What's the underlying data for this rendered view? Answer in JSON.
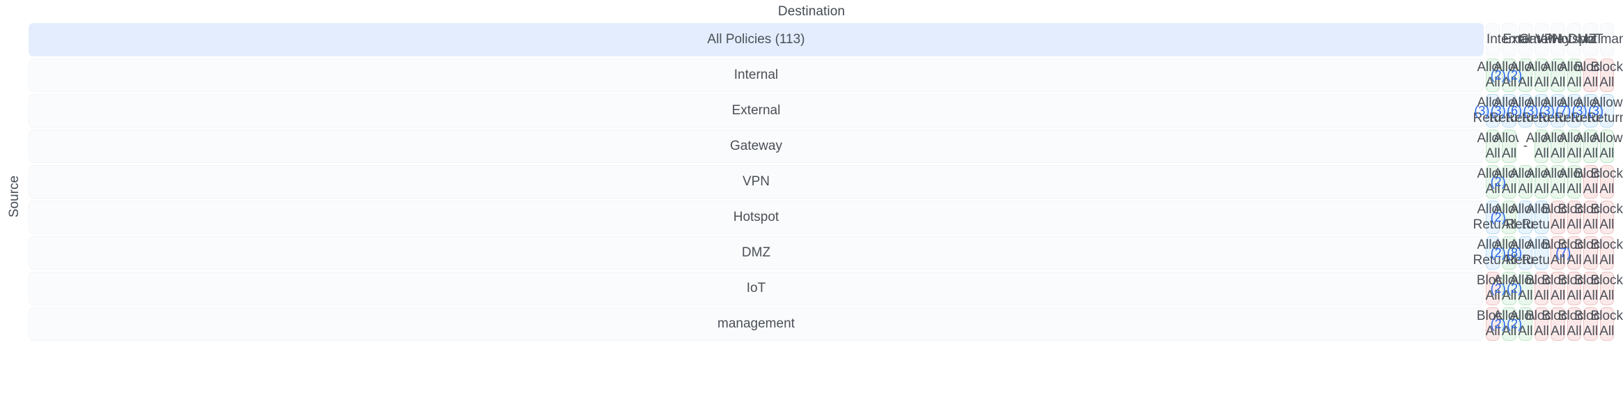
{
  "axes": {
    "destination_label": "Destination",
    "source_label": "Source"
  },
  "corner": {
    "label": "All Policies (113)",
    "count_total": 113,
    "accent_color": "#3b82f6",
    "background": "#e3edfd"
  },
  "colors": {
    "allow_all_bg": "#e9f7ec",
    "allow_all_border": "#bfe6c8",
    "allow_return_bg": "#e8f4fd",
    "allow_return_border": "#b9ddf6",
    "block_all_bg": "#fbe9e9",
    "block_all_border": "#eec2c2",
    "count_text": "#2563eb",
    "header_bg": "#fafbfc"
  },
  "columns": [
    "Internal",
    "External",
    "Gateway",
    "VPN",
    "Hotspot",
    "DMZ",
    "IoT",
    "management"
  ],
  "rows": [
    "Internal",
    "External",
    "Gateway",
    "VPN",
    "Hotspot",
    "DMZ",
    "IoT",
    "management"
  ],
  "chart_data": {
    "type": "heatmap",
    "title": "",
    "xlabel": "Destination",
    "ylabel": "Source",
    "categories_x": [
      "Internal",
      "External",
      "Gateway",
      "VPN",
      "Hotspot",
      "DMZ",
      "IoT",
      "management"
    ],
    "categories_y": [
      "Internal",
      "External",
      "Gateway",
      "VPN",
      "Hotspot",
      "DMZ",
      "IoT",
      "management"
    ],
    "legend": [
      "Allow All",
      "Allow Return",
      "Block All"
    ],
    "cells": [
      [
        {
          "label": "Allow All",
          "count": null,
          "state": "allow-all"
        },
        {
          "label": "Allow All",
          "count": "(2)",
          "state": "allow-all"
        },
        {
          "label": "Allow All",
          "count": "(2)",
          "state": "allow-all"
        },
        {
          "label": "Allow All",
          "count": null,
          "state": "allow-all"
        },
        {
          "label": "Allow All",
          "count": null,
          "state": "allow-all"
        },
        {
          "label": "Allow All",
          "count": null,
          "state": "allow-all"
        },
        {
          "label": "Block All",
          "count": null,
          "state": "block-all"
        },
        {
          "label": "Block All",
          "count": null,
          "state": "block-all"
        }
      ],
      [
        {
          "label": "Allow Return",
          "count": "(3)",
          "state": "allow-return"
        },
        {
          "label": "Allow Return",
          "count": "(3)",
          "state": "allow-return"
        },
        {
          "label": "Allow Return",
          "count": "(6)",
          "state": "allow-return"
        },
        {
          "label": "Allow Return",
          "count": "(3)",
          "state": "allow-return"
        },
        {
          "label": "Allow Return",
          "count": "(3)",
          "state": "allow-return"
        },
        {
          "label": "Allow Return",
          "count": "(7)",
          "state": "allow-return"
        },
        {
          "label": "Allow Return",
          "count": "(3)",
          "state": "allow-return"
        },
        {
          "label": "Allow Return",
          "count": "(3)",
          "state": "allow-return"
        }
      ],
      [
        {
          "label": "Allow All",
          "count": null,
          "state": "allow-all"
        },
        {
          "label": "Allow All",
          "count": null,
          "state": "allow-all"
        },
        {
          "label": "-",
          "count": null,
          "state": "empty"
        },
        {
          "label": "Allow All",
          "count": null,
          "state": "allow-all"
        },
        {
          "label": "Allow All",
          "count": null,
          "state": "allow-all"
        },
        {
          "label": "Allow All",
          "count": null,
          "state": "allow-all"
        },
        {
          "label": "Allow All",
          "count": null,
          "state": "allow-all"
        },
        {
          "label": "Allow All",
          "count": null,
          "state": "allow-all"
        }
      ],
      [
        {
          "label": "Allow All",
          "count": null,
          "state": "allow-all"
        },
        {
          "label": "Allow All",
          "count": "(2)",
          "state": "allow-all"
        },
        {
          "label": "Allow All",
          "count": null,
          "state": "allow-all"
        },
        {
          "label": "Allow All",
          "count": null,
          "state": "allow-all"
        },
        {
          "label": "Allow All",
          "count": null,
          "state": "allow-all"
        },
        {
          "label": "Allow All",
          "count": null,
          "state": "allow-all"
        },
        {
          "label": "Block All",
          "count": null,
          "state": "block-all"
        },
        {
          "label": "Block All",
          "count": null,
          "state": "block-all"
        }
      ],
      [
        {
          "label": "Allow Return",
          "count": null,
          "state": "allow-return"
        },
        {
          "label": "Allow All",
          "count": "(2)",
          "state": "allow-all"
        },
        {
          "label": "Allow Return",
          "count": null,
          "state": "allow-return"
        },
        {
          "label": "Allow Return",
          "count": null,
          "state": "allow-return"
        },
        {
          "label": "Block All",
          "count": null,
          "state": "block-all"
        },
        {
          "label": "Block All",
          "count": null,
          "state": "block-all"
        },
        {
          "label": "Block All",
          "count": null,
          "state": "block-all"
        },
        {
          "label": "Block All",
          "count": null,
          "state": "block-all"
        }
      ],
      [
        {
          "label": "Allow Return",
          "count": null,
          "state": "allow-return"
        },
        {
          "label": "Allow All",
          "count": "(2)",
          "state": "allow-all"
        },
        {
          "label": "Allow Return",
          "count": "(8)",
          "state": "allow-return"
        },
        {
          "label": "Allow Return",
          "count": null,
          "state": "allow-return"
        },
        {
          "label": "Block All",
          "count": null,
          "state": "block-all"
        },
        {
          "label": "Block All",
          "count": "(7)",
          "state": "block-all"
        },
        {
          "label": "Block All",
          "count": null,
          "state": "block-all"
        },
        {
          "label": "Block All",
          "count": null,
          "state": "block-all"
        }
      ],
      [
        {
          "label": "Block All",
          "count": null,
          "state": "block-all"
        },
        {
          "label": "Allow All",
          "count": "(2)",
          "state": "allow-all"
        },
        {
          "label": "Allow All",
          "count": "(2)",
          "state": "allow-all"
        },
        {
          "label": "Block All",
          "count": null,
          "state": "block-all"
        },
        {
          "label": "Block All",
          "count": null,
          "state": "block-all"
        },
        {
          "label": "Block All",
          "count": null,
          "state": "block-all"
        },
        {
          "label": "Block All",
          "count": null,
          "state": "block-all"
        },
        {
          "label": "Block All",
          "count": null,
          "state": "block-all"
        }
      ],
      [
        {
          "label": "Block All",
          "count": null,
          "state": "block-all"
        },
        {
          "label": "Allow All",
          "count": "(2)",
          "state": "allow-all"
        },
        {
          "label": "Allow All",
          "count": "(2)",
          "state": "allow-all"
        },
        {
          "label": "Block All",
          "count": null,
          "state": "block-all"
        },
        {
          "label": "Block All",
          "count": null,
          "state": "block-all"
        },
        {
          "label": "Block All",
          "count": null,
          "state": "block-all"
        },
        {
          "label": "Block All",
          "count": null,
          "state": "block-all"
        },
        {
          "label": "Block All",
          "count": null,
          "state": "block-all"
        }
      ]
    ]
  }
}
